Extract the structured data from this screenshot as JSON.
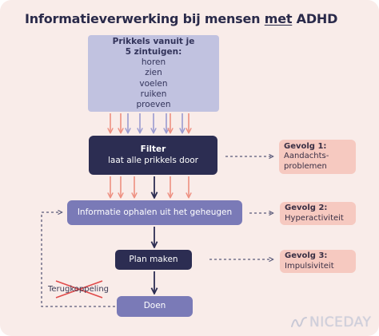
{
  "title": {
    "before": "Informatieverwerking bij mensen ",
    "underlined": "met",
    "after": " ADHD"
  },
  "stimuli": {
    "heading_line1": "Prikkels vanuit je",
    "heading_line2": "5 zintuigen:",
    "senses": [
      "horen",
      "zien",
      "voelen",
      "ruiken",
      "proeven"
    ]
  },
  "filter": {
    "heading": "Filter",
    "subtitle": "laat alle prikkels door"
  },
  "memory": {
    "label": "Informatie ophalen uit het geheugen"
  },
  "plan": {
    "label": "Plan maken"
  },
  "doen": {
    "label": "Doen"
  },
  "feedback": {
    "label": "Terugkoppeling"
  },
  "consequences": [
    {
      "heading": "Gevolg 1:",
      "line1": "Aandachts-",
      "line2": "problemen"
    },
    {
      "heading": "Gevolg 2:",
      "line1": "Hyperactiviteit"
    },
    {
      "heading": "Gevolg 3:",
      "line1": "Impulsiviteit"
    }
  ],
  "logo": {
    "text": "NICEDAY"
  },
  "colors": {
    "background": "#f9ece9",
    "navy": "#2c2d52",
    "lavender": "#c1c2e0",
    "purple": "#7a7ab7",
    "peach": "#f6c9c0",
    "coral_arrow": "#ee8f80",
    "lavender_arrow": "#9a9bd0",
    "cross_red": "#e04b4b"
  }
}
